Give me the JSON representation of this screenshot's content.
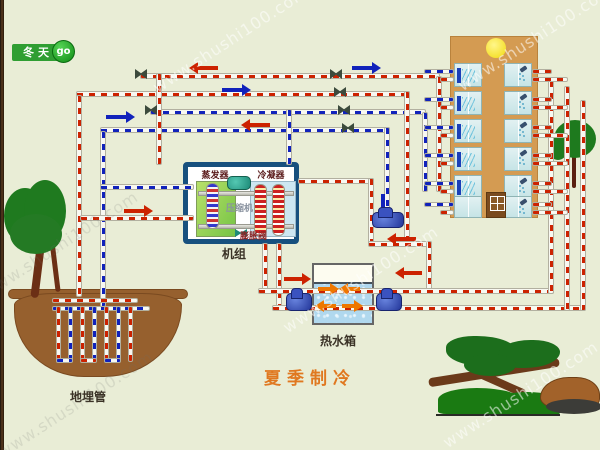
{
  "labels": {
    "winter_button": "冬天",
    "go_badge": "go",
    "evaporator": "蒸发器",
    "condenser": "冷凝器",
    "compressor": "压缩机",
    "expansion_valve": "膨胀阀",
    "unit": "机组",
    "hot_water_tank": "热水箱",
    "buried_pipe": "地埋管",
    "season_mode": "夏季制冷",
    "watermark": "www.shushi100.com"
  },
  "colors": {
    "hot_line": "#cc2200",
    "cold_line": "#1122bb",
    "tank_arrow": "#ee7700",
    "background": "#e9edd6",
    "building": "#d49b52",
    "earth": "#96602e",
    "button_green": "#2f9e32"
  }
}
